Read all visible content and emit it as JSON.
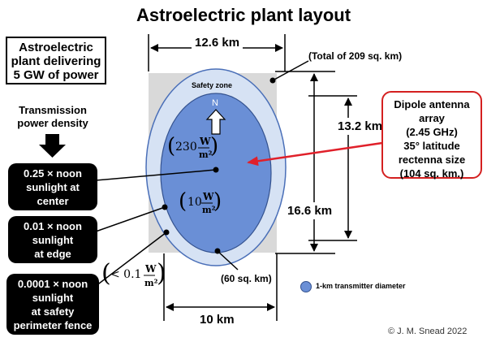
{
  "title": "Astroelectric plant layout",
  "plant_box": [
    "Astroelectric",
    "plant delivering",
    "5 GW of power"
  ],
  "transmission_label": [
    "Transmission",
    "power density"
  ],
  "black_boxes": {
    "center": [
      "0.25 × noon",
      "sunlight at",
      "center"
    ],
    "edge": [
      "0.01 × noon",
      "sunlight",
      "at edge"
    ],
    "fence": [
      "0.0001 × noon",
      "sunlight",
      "at safety",
      "perimeter fence"
    ]
  },
  "dimensions": {
    "top_width": "12.6 km",
    "bottom_width": "10 km",
    "inner_height": "13.2 km",
    "outer_height": "16.6 km",
    "total_area": "(Total of 209 sq. km)",
    "sixty_area": "(60 sq. km)"
  },
  "safety_zone": "Safety zone",
  "north": "N",
  "densities": {
    "center": {
      "prefix": "230",
      "num": "W",
      "den": "m²"
    },
    "edge": {
      "prefix": "10",
      "num": "W",
      "den": "m²"
    },
    "fence": {
      "prefix": "< 0.1",
      "num": "W",
      "den": "m²"
    }
  },
  "dipole_box": [
    "Dipole antenna",
    "array",
    "(2.45 GHz)",
    "35° latitude",
    "rectenna size",
    "(104 sq. km.)"
  ],
  "legend": "1-km transmitter diameter",
  "copyright": "© J. M. Snead 2022",
  "colors": {
    "inner_ellipse": "#6a8fd6",
    "outer_ellipse": "#d6e2f4",
    "square": "#d9d9d9",
    "red": "#e0202a"
  }
}
